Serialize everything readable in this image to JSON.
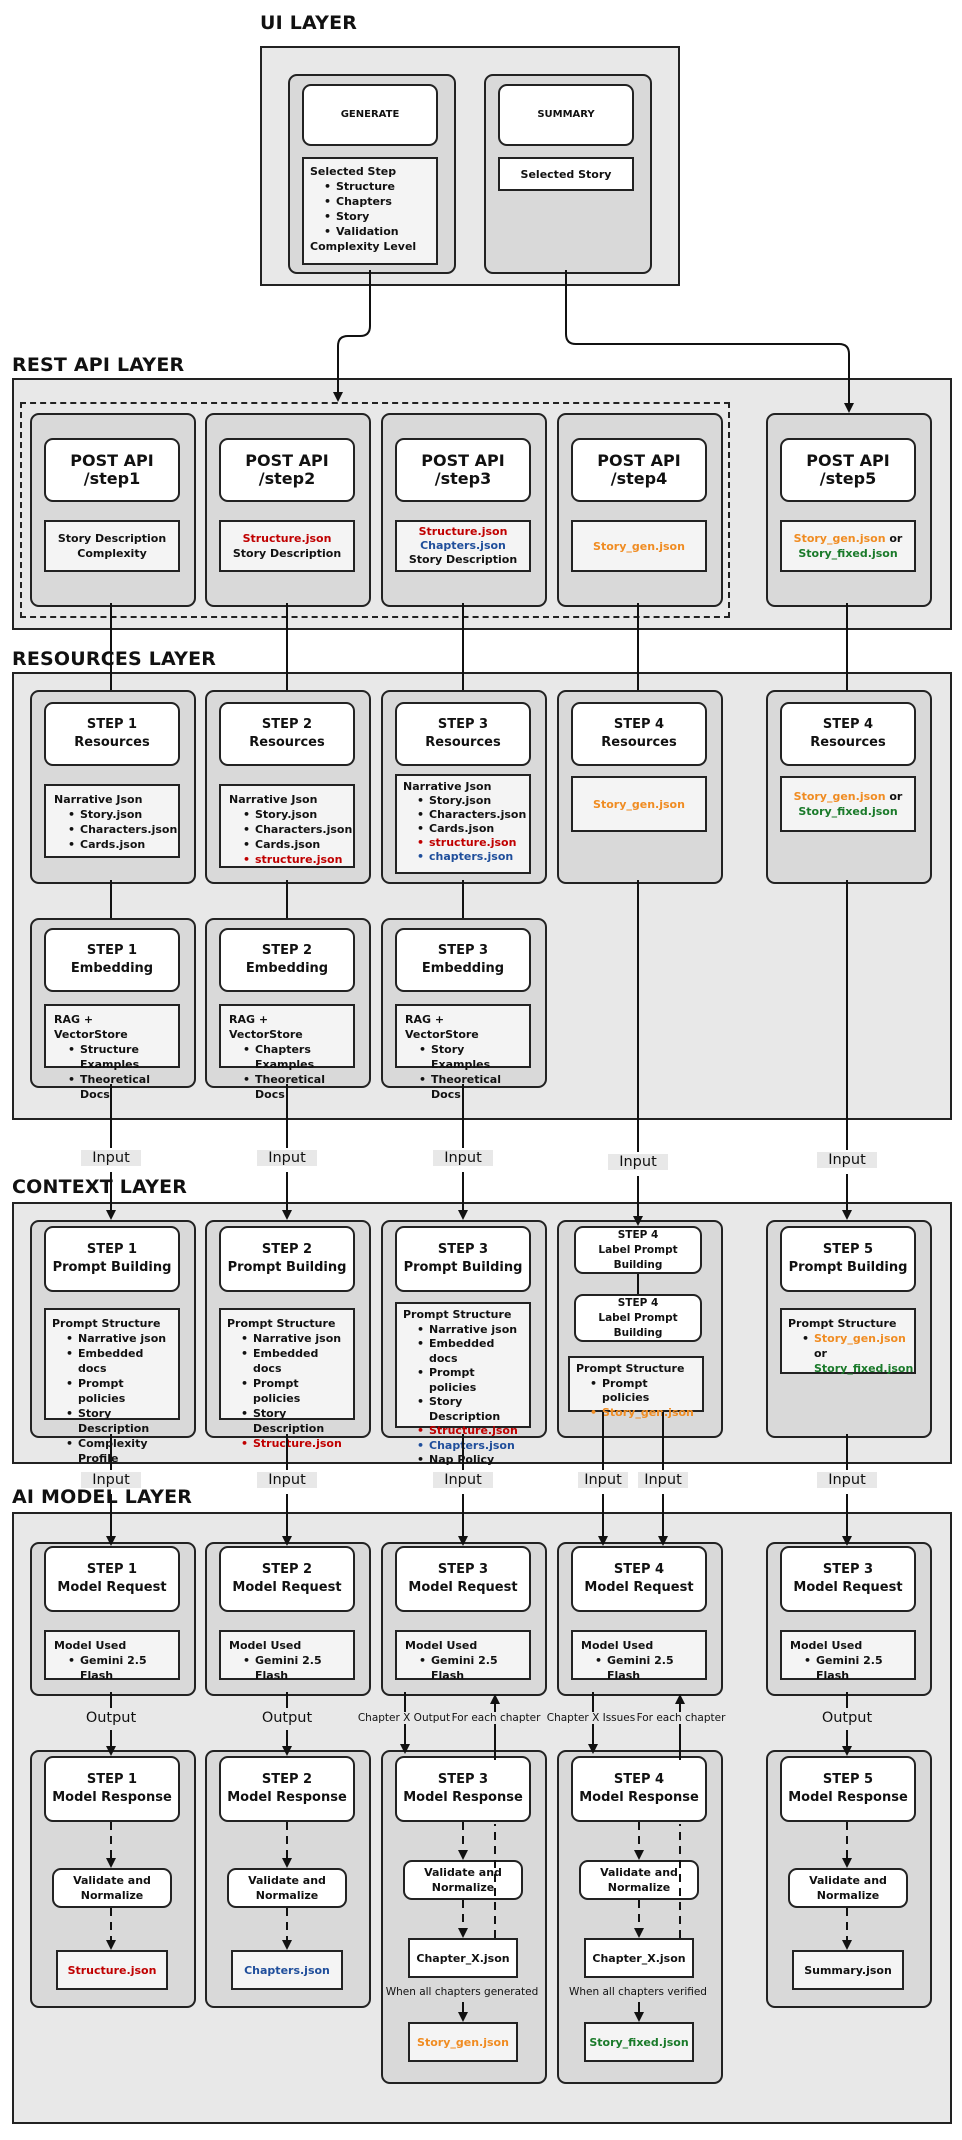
{
  "colors": {
    "red": "#c00000",
    "blue": "#1f4e9b",
    "orange": "#f08c22",
    "green": "#1a7a2a",
    "layer_bg": "#e8e8e8",
    "group_bg": "#d9d9d9"
  },
  "layers": {
    "ui": "UI LAYER",
    "rest": "REST API LAYER",
    "resources": "RESOURCES LAYER",
    "context": "CONTEXT LAYER",
    "ai": "AI MODEL LAYER"
  },
  "ui": {
    "generate": "GENERATE",
    "generate_content": {
      "head": "Selected Step",
      "items": [
        "Structure",
        "Chapters",
        "Story",
        "Validation"
      ],
      "tail": "Complexity Level"
    },
    "summary": "SUMMARY",
    "summary_content": "Selected Story"
  },
  "rest": {
    "step1": {
      "title": "POST API /step1",
      "l1": "Story Description",
      "l2": "Complexity"
    },
    "step2": {
      "title": "POST API /step2",
      "l1": "Structure.json",
      "l2": "Story Description"
    },
    "step3": {
      "title": "POST API /step3",
      "l1": "Structure.json",
      "l2": "Chapters.json",
      "l3": "Story Description"
    },
    "step4": {
      "title": "POST API /step4",
      "l1": "Story_gen.json"
    },
    "step5": {
      "title": "POST API /step5",
      "l1a": "Story_gen.json",
      "l1b": " or",
      "l2": "Story_fixed.json"
    }
  },
  "resources": {
    "r1": {
      "t1": "STEP 1",
      "t2": "Resources",
      "head": "Narrative Json",
      "items": [
        "Story.json",
        "Characters.json",
        "Cards.json"
      ]
    },
    "r2": {
      "t1": "STEP 2",
      "t2": "Resources",
      "head": "Narrative Json",
      "items": [
        "Story.json",
        "Characters.json",
        "Cards.json"
      ],
      "extra": "structure.json"
    },
    "r3": {
      "t1": "STEP 3",
      "t2": "Resources",
      "head": "Narrative Json",
      "items": [
        "Story.json",
        "Characters.json",
        "Cards.json"
      ],
      "extra_red": "structure.json",
      "extra_blue": "chapters.json"
    },
    "r4": {
      "t1": "STEP 4",
      "t2": "Resources",
      "content": "Story_gen.json"
    },
    "r5": {
      "t1": "STEP 4",
      "t2": "Resources",
      "c1a": "Story_gen.json",
      "c1b": " or",
      "c2": "Story_fixed.json"
    },
    "e1": {
      "t1": "STEP 1",
      "t2": "Embedding",
      "head": "RAG + VectorStore",
      "items": [
        "Structure Examples",
        "Theoretical Docs"
      ]
    },
    "e2": {
      "t1": "STEP 2",
      "t2": "Embedding",
      "head": "RAG + VectorStore",
      "items": [
        "Chapters Examples",
        "Theoretical Docs"
      ]
    },
    "e3": {
      "t1": "STEP 3",
      "t2": "Embedding",
      "head": "RAG + VectorStore",
      "items": [
        "Story Examples",
        "Theoretical Docs"
      ]
    }
  },
  "context": {
    "p1": {
      "t1": "STEP 1",
      "t2": "Prompt Building",
      "head": "Prompt Structure",
      "items": [
        "Narrative json",
        "Embedded docs",
        "Prompt policies",
        "Story Description",
        "Complexity Profile"
      ]
    },
    "p2": {
      "t1": "STEP 2",
      "t2": "Prompt Building",
      "head": "Prompt Structure",
      "items": [
        "Narrative json",
        "Embedded docs",
        "Prompt policies",
        "Story Description"
      ],
      "extra": "Structure.json"
    },
    "p3": {
      "t1": "STEP 3",
      "t2": "Prompt Building",
      "head": "Prompt Structure",
      "items": [
        "Narrative json",
        "Embedded docs",
        "Prompt policies",
        "Story Description"
      ],
      "extra_red": "Structure.json",
      "extra_blue": "Chapters.json",
      "last": "Nap Policy"
    },
    "p4a": {
      "t1": "STEP 4",
      "t2": "Label Prompt Building"
    },
    "p4b": {
      "t1": "STEP 4",
      "t2": "Label Prompt Building"
    },
    "p4": {
      "head": "Prompt Structure",
      "item": "Prompt policies",
      "extra": "Story_gen.json"
    },
    "p5": {
      "t1": "STEP 5",
      "t2": "Prompt Building",
      "head": "Prompt Structure",
      "c1a": "Story_gen.json",
      "c1b": " or",
      "c2": "Story_fixed.json"
    }
  },
  "ai": {
    "m1": {
      "t1": "STEP 1",
      "t2": "Model Request",
      "head": "Model Used",
      "item": "Gemini 2.5 Flash"
    },
    "m2": {
      "t1": "STEP 2",
      "t2": "Model Request",
      "head": "Model Used",
      "item": "Gemini 2.5 Flash"
    },
    "m3": {
      "t1": "STEP 3",
      "t2": "Model Request",
      "head": "Model Used",
      "item": "Gemini 2.5 Flash"
    },
    "m4": {
      "t1": "STEP 4",
      "t2": "Model Request",
      "head": "Model Used",
      "item": "Gemini 2.5 Flash"
    },
    "m5": {
      "t1": "STEP 3",
      "t2": "Model Request",
      "head": "Model Used",
      "item": "Gemini 2.5 Flash"
    },
    "r1": {
      "t1": "STEP 1",
      "t2": "Model Response",
      "validate": "Validate and Normalize",
      "out": "Structure.json"
    },
    "r2": {
      "t1": "STEP 2",
      "t2": "Model Response",
      "validate": "Validate and Normalize",
      "out": "Chapters.json"
    },
    "r3": {
      "t1": "STEP 3",
      "t2": "Model Response",
      "validate": "Validate and Normalize",
      "mid": "Chapter_X.json",
      "note": "When all chapters generated",
      "out": "Story_gen.json"
    },
    "r4": {
      "t1": "STEP 4",
      "t2": "Model Response",
      "validate": "Validate and Normalize",
      "mid": "Chapter_X.json",
      "note": "When all chapters verified",
      "out": "Story_fixed.json"
    },
    "r5": {
      "t1": "STEP 5",
      "t2": "Model Response",
      "validate": "Validate and Normalize",
      "out": "Summary.json"
    }
  },
  "labels": {
    "input": "Input",
    "output": "Output",
    "chapter_x_output": "Chapter X Output",
    "chapter_x_issues": "Chapter X Issues",
    "for_each_chapter": "For each chapter"
  }
}
